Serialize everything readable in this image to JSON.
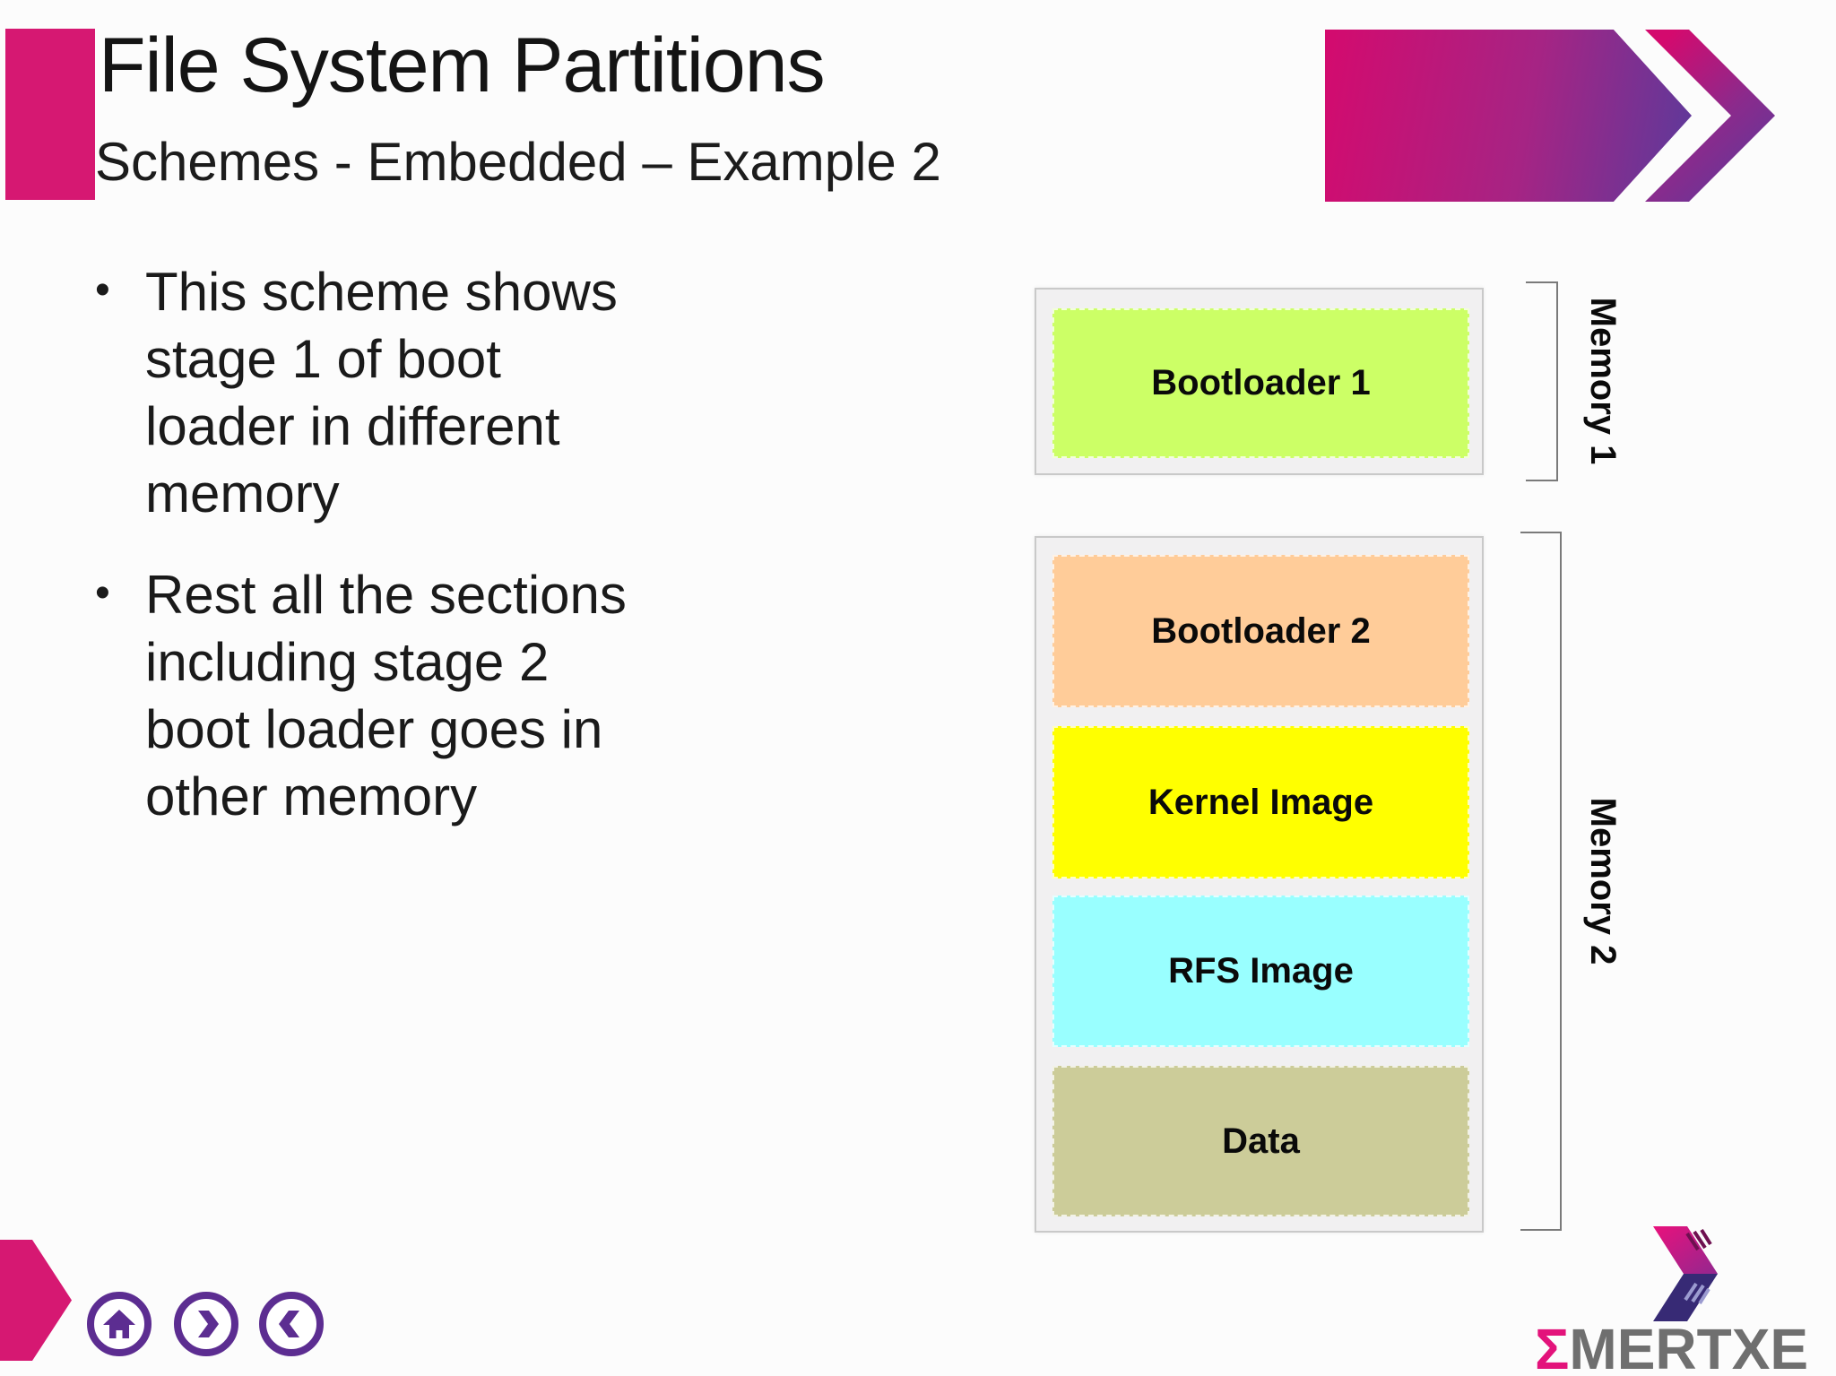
{
  "slide": {
    "title": "File System Partitions",
    "subtitle": "Schemes - Embedded – Example 2",
    "bullets": [
      {
        "text": "This scheme shows stage 1 of boot loader in different memory"
      },
      {
        "text": "Rest all the sections including stage 2 boot loader goes in other memory"
      }
    ]
  },
  "diagram": {
    "memories": [
      {
        "label": "Memory 1",
        "partitions": [
          {
            "label": "Bootloader 1",
            "color": "#ccff66"
          }
        ]
      },
      {
        "label": "Memory 2",
        "partitions": [
          {
            "label": "Bootloader 2",
            "color": "#ffcc99"
          },
          {
            "label": "Kernel Image",
            "color": "#ffff00"
          },
          {
            "label": "RFS Image",
            "color": "#99ffff"
          },
          {
            "label": "Data",
            "color": "#cccc99"
          }
        ]
      }
    ]
  },
  "nav": {
    "home": "Home",
    "next": "Next",
    "back": "Back"
  },
  "logo": {
    "sigma": "Σ",
    "text": "MERTXE"
  },
  "colors": {
    "accent_pink": "#d61872",
    "nav_purple": "#5c2d91",
    "banner_gradient_start": "#d40a6e",
    "banner_gradient_end": "#5b3a9b",
    "bracket_gray": "#7a7a7a",
    "logo_text_gray": "#6f6f6f",
    "logo_sigma_pink": "#e3137b"
  }
}
